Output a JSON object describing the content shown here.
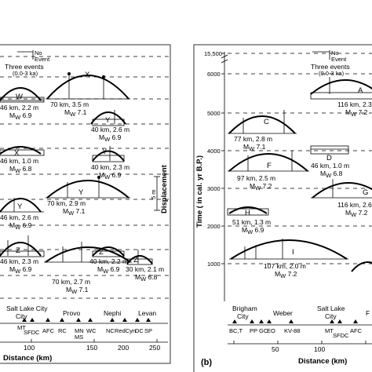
{
  "left_panel": {
    "legend": {
      "no_event_line1": "No",
      "no_event_line2": "Event",
      "three_events": "Three events",
      "three_events_range": "(0.0-3 ka)"
    },
    "arc_labels": {
      "w": "W",
      "x_top": "X",
      "x_mid": "X",
      "y_top": "Y",
      "y_mid": "Y",
      "y_low": "Y",
      "y_lowmid": "Y",
      "z_left": "Z",
      "z_mid": "Z",
      "z_right": "Z"
    },
    "ruptures": [
      {
        "length": "46 km, 2.2 m",
        "mag_prefix": "M",
        "mag_sub": "W",
        "mag_value": " 6.9"
      },
      {
        "length": "70 km, 3.5 m",
        "mag_prefix": "M",
        "mag_sub": "W",
        "mag_value": " 7.1"
      },
      {
        "length": "40 km, 2.6 m",
        "mag_prefix": "M",
        "mag_sub": "W",
        "mag_value": " 6.9"
      },
      {
        "length": "46 km, 1.0 m",
        "mag_prefix": "M",
        "mag_sub": "W",
        "mag_value": " 6.8"
      },
      {
        "length": "40 km, 2.3 m",
        "mag_prefix": "M",
        "mag_sub": "W",
        "mag_value": " 6.9"
      },
      {
        "length": "46 km, 2.6 m",
        "mag_prefix": "M",
        "mag_sub": "W",
        "mag_value": " 6.9"
      },
      {
        "length": "70 km, 2.9 m",
        "mag_prefix": "M",
        "mag_sub": "W",
        "mag_value": " 7.1"
      },
      {
        "length": "46 km, 2.3 m",
        "mag_prefix": "M",
        "mag_sub": "W",
        "mag_value": " 6.9"
      },
      {
        "length": "40 km, 2.2 m",
        "mag_prefix": "M",
        "mag_sub": "W",
        "mag_value": " 6.9"
      },
      {
        "length": "30 km, 2.1 m",
        "mag_prefix": "M",
        "mag_sub": "W",
        "mag_value": " 6.8"
      },
      {
        "length": "70 km, 2.7 m",
        "mag_prefix": "M",
        "mag_sub": "W",
        "mag_value": " 7.1"
      }
    ],
    "scale_bar": "5 m",
    "displacement_label": "Displacement",
    "segments": [
      "Salt Lake City",
      "Provo",
      "Nephi",
      "Levan"
    ],
    "sites": [
      "MT",
      "SFDC",
      "AFC",
      "RC",
      "MN",
      "MS",
      "WC",
      "NC",
      "RedCyn",
      "DC",
      "SP"
    ],
    "x_ticks": [
      "100",
      "150",
      "200",
      "250"
    ],
    "x_label": "Distance (km)"
  },
  "right_panel": {
    "panel_label": "(b)",
    "y_label": "Time ( in cal. yr B.P.)",
    "y_ticks": [
      "15,500",
      "6000",
      "5000",
      "4000",
      "3000",
      "2000",
      "1000"
    ],
    "legend": {
      "no_event_line1": "No",
      "no_event_line2": "Event",
      "three_events": "Three events",
      "three_events_range": "(0.0-3 ka)"
    },
    "arc_labels": {
      "a": "A",
      "c": "C",
      "d": "D",
      "f": "F",
      "g": "G",
      "h": "H",
      "i": "I"
    },
    "ruptures": [
      {
        "length": "116 km, 2.3",
        "mag_prefix": "M",
        "mag_sub": "W",
        "mag_value": " 7.2"
      },
      {
        "length": "77 km, 2.8 m",
        "mag_prefix": "M",
        "mag_sub": "W",
        "mag_value": " 7.1"
      },
      {
        "length": "46 km, 1.0 m",
        "mag_prefix": "M",
        "mag_sub": "W",
        "mag_value": " 6.8"
      },
      {
        "length": "97 km, 2.5 m",
        "mag_prefix": "M",
        "mag_sub": "W",
        "mag_value": " 7.2"
      },
      {
        "length": "116 km, 2.6",
        "mag_prefix": "M",
        "mag_sub": "W",
        "mag_value": " 7.2"
      },
      {
        "length": "51 km, 1.3 m",
        "mag_prefix": "M",
        "mag_sub": "W",
        "mag_value": " 6.9"
      },
      {
        "length": "107 km, 2.0 m",
        "mag_prefix": "M",
        "mag_sub": "W",
        "mag_value": " 7.2"
      }
    ],
    "segments": [
      "Brigham City",
      "Weber",
      "Salt Lake City"
    ],
    "sites": [
      "BC,T",
      "PP",
      "GC",
      "EO",
      "KV-88",
      "MT",
      "SFDC",
      "AFC"
    ],
    "x_ticks": [
      "50",
      "100"
    ],
    "x_label": "Distance (km)"
  }
}
